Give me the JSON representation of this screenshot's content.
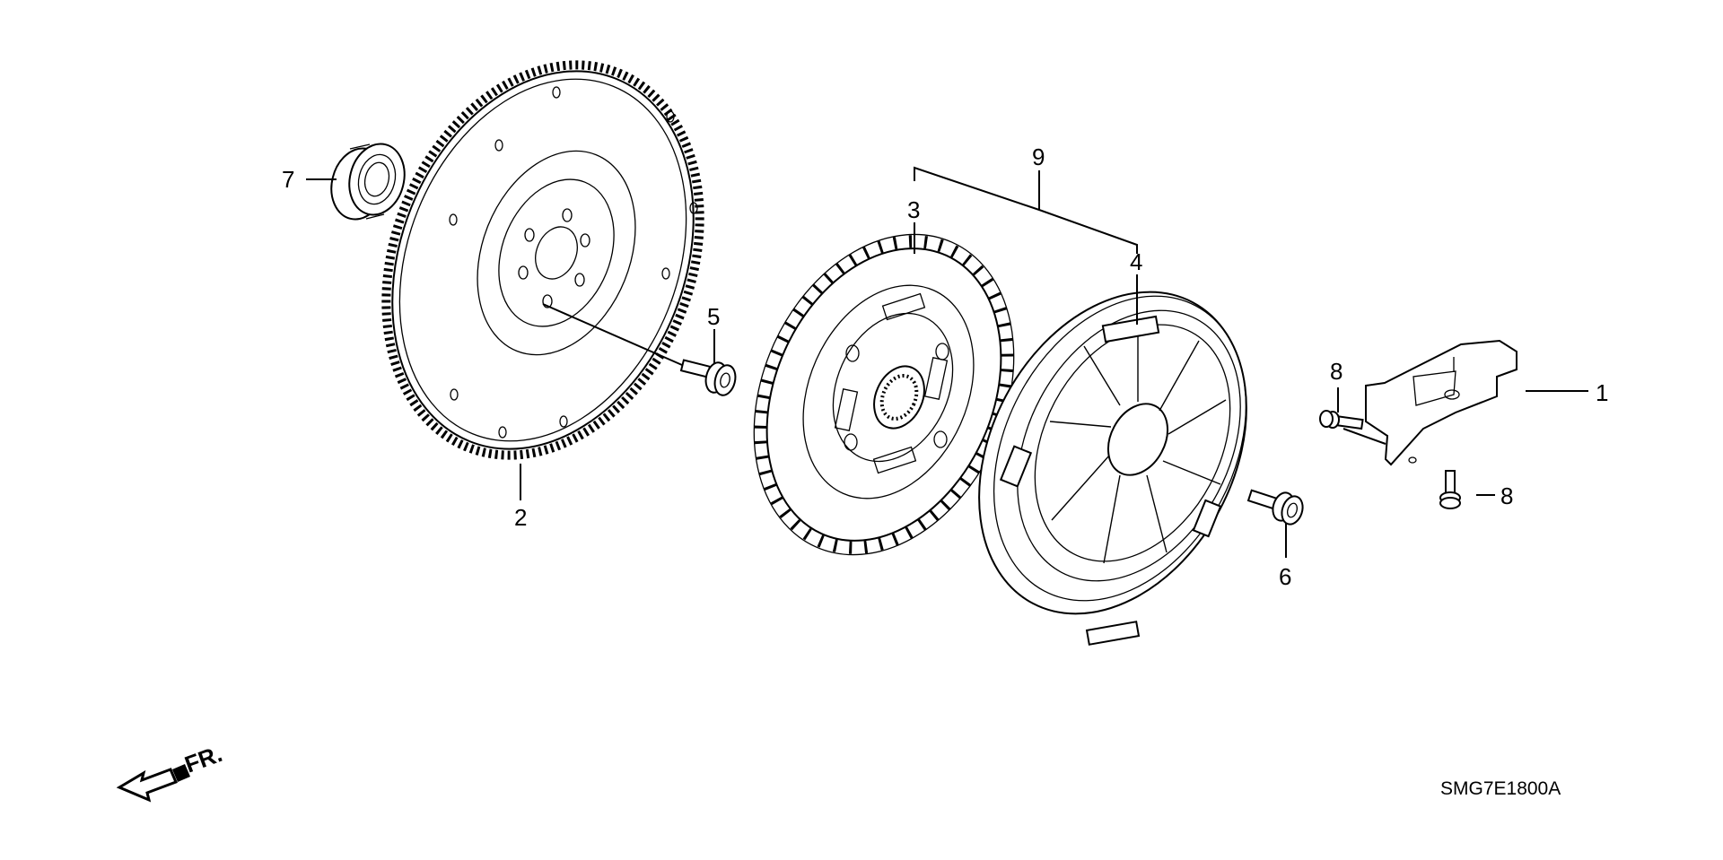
{
  "callouts": {
    "c1": "1",
    "c2": "2",
    "c3": "3",
    "c4": "4",
    "c5": "5",
    "c6": "6",
    "c7": "7",
    "c8a": "8",
    "c8b": "8",
    "c9": "9"
  },
  "front_arrow_label": "FR.",
  "diagram_code": "SMG7E1800A"
}
